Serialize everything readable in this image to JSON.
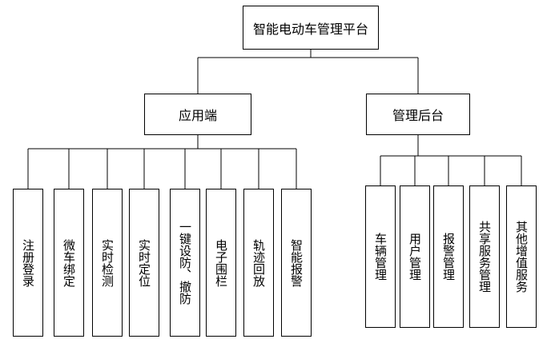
{
  "root": {
    "label": "智能电动车管理平台"
  },
  "branches": [
    {
      "label": "应用端",
      "children": [
        "注册登录",
        "微车绑定",
        "实时检测",
        "实时定位",
        "一键设防、撤防",
        "电子围栏",
        "轨迹回放",
        "智能报警"
      ]
    },
    {
      "label": "管理后台",
      "children": [
        "车辆管理",
        "用户管理",
        "报警管理",
        "共享服务管理",
        "其他增值服务"
      ]
    }
  ],
  "colors": {
    "line": "#000000",
    "box_fill": "#ffffff",
    "text": "#000000"
  }
}
